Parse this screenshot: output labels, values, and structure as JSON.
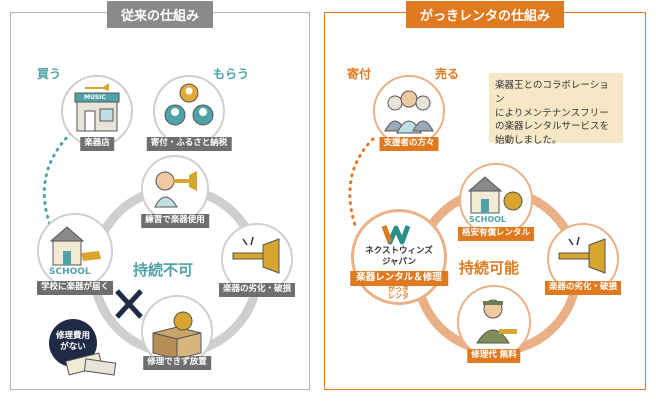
{
  "left": {
    "title": "従来の仕組み",
    "buy": "買う",
    "receive": "もらう",
    "music_sign": "MUSIC",
    "school_sign": "SCHOOL",
    "caption_store": "楽器店",
    "caption_donation": "寄付・ふるさと納税",
    "caption_practice": "練習で楽器使用",
    "caption_school": "学校に楽器が届く",
    "caption_degrade": "楽器の劣化・破損",
    "caption_abandon": "修理できず放置",
    "no_repair_cost_line1": "修理費用",
    "no_repair_cost_line2": "がない",
    "center": "持続不可"
  },
  "right": {
    "title": "がっきレンタの仕組み",
    "donate": "寄付",
    "sell": "売る",
    "caption_supporters": "支援者の方々",
    "description_lines": [
      "楽器王とのコラボレーション",
      "によりメンテナンスフリー",
      "の楽器レンタルサービスを",
      "始動しました。"
    ],
    "school_sign": "SCHOOL",
    "caption_cheap_rental": "格安有償レンタル",
    "company_line1": "ネクストウィンズ",
    "company_line2": "ジャパン",
    "caption_rental_repair": "楽器レンタル＆修理",
    "brand_line1": "がっき",
    "brand_line2": "レンタ",
    "caption_degrade": "楽器の劣化・破損",
    "caption_repair_free": "修理代 無料",
    "center": "持続可能"
  },
  "colors": {
    "teal": "#4fa3a8",
    "orange": "#e07a20",
    "gray": "#8a8a8a",
    "peach": "#eab186",
    "beige": "#f6e8c6",
    "navy": "#1f2a44"
  }
}
